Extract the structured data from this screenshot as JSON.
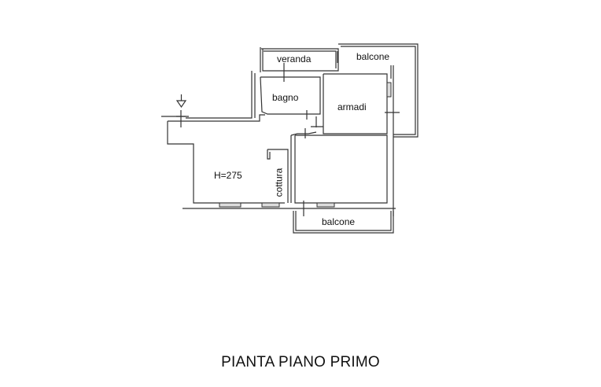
{
  "drawing": {
    "title": "PIANTA PIANO PRIMO",
    "rooms": [
      {
        "id": "veranda",
        "label": "veranda"
      },
      {
        "id": "balcone-top",
        "label": "balcone"
      },
      {
        "id": "bagno",
        "label": "bagno"
      },
      {
        "id": "armadi",
        "label": "armadi"
      },
      {
        "id": "living",
        "label": "H=275"
      },
      {
        "id": "cottura",
        "label": "cottura"
      },
      {
        "id": "balcone-bottom",
        "label": "balcone"
      }
    ],
    "symbols": {
      "entrance": "entrance-triangle-icon"
    },
    "line_color": "#222222"
  }
}
